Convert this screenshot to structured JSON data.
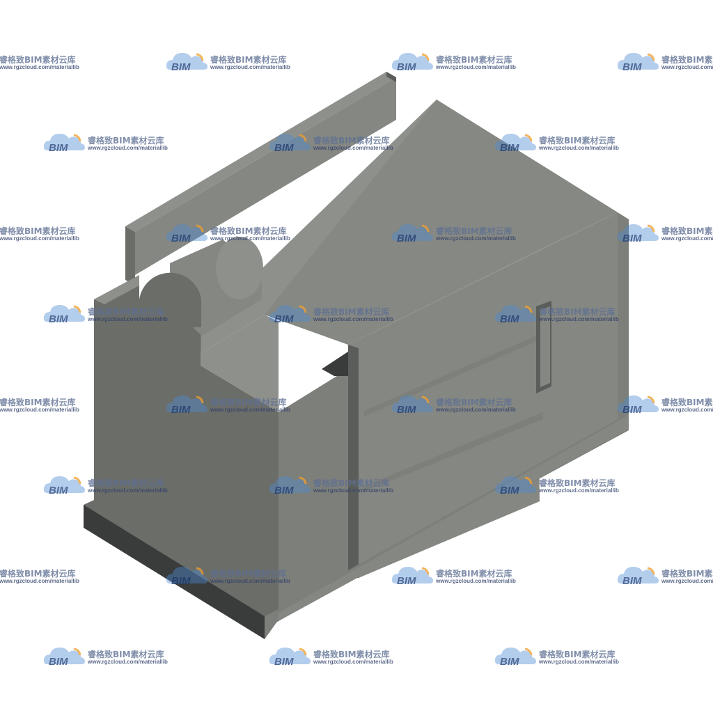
{
  "model": {
    "colors": {
      "top": "#8e908b",
      "top_dark": "#868883",
      "left": "#6b6d69",
      "front": "#7d7f7a",
      "front_light": "#858782",
      "edge": "#5b5d5a",
      "shadow": "#3a3c3b",
      "background": "#ffffff"
    }
  },
  "watermark": {
    "name": "睿格致BIM素材云库",
    "url": "www.rgzcloud.com/materiallib",
    "logo_text": "BIM",
    "cloud_color": "#4d8ad2",
    "accent_color": "#f0a030",
    "text_color": "#1f3f7a"
  }
}
